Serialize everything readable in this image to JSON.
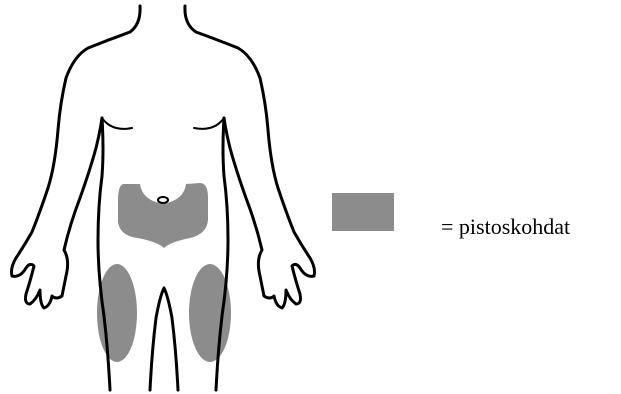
{
  "legend": {
    "label": "= pistoskohdat",
    "swatch_color": "#8c8c8c"
  },
  "figure": {
    "outline_color": "#000000",
    "shaded_regions": [
      "abdomen",
      "left-thigh",
      "right-thigh"
    ]
  }
}
